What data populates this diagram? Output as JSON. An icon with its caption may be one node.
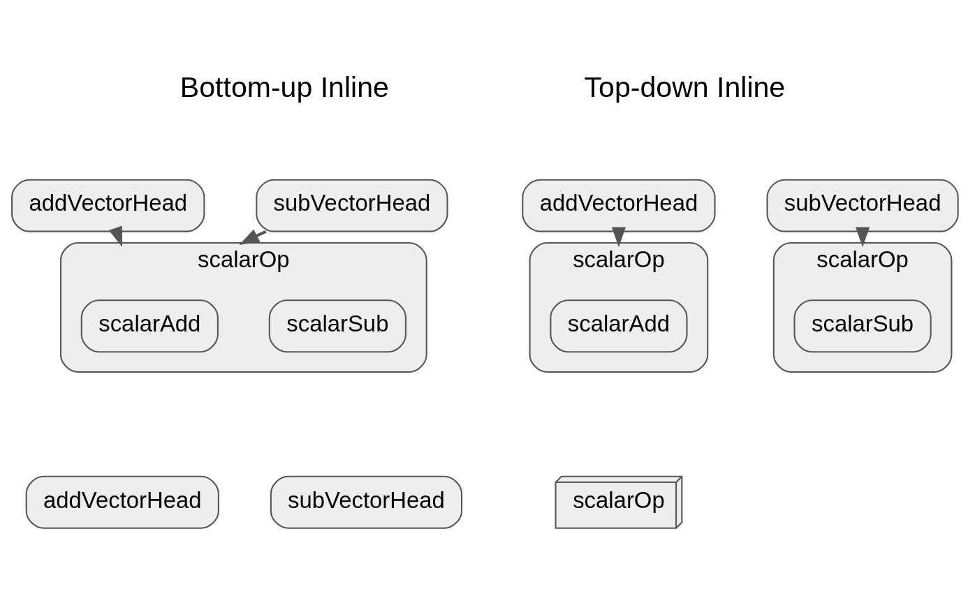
{
  "diagram": {
    "nodes": [
      {
        "text": [
          "addVectorHead"
        ]
      },
      {
        "text": [
          "subVectorHead"
        ]
      },
      {
        "text": [
          "scalarOp"
        ]
      },
      {
        "text": [
          "scalarAdd"
        ],
        "in": 2
      },
      {
        "text": [
          "scalarSub"
        ],
        "in": 2
      },
      {
        "text": [
          "addVectorHead"
        ]
      },
      {
        "text": [
          "subVectorHead"
        ]
      },
      {
        "text": [
          "scalarOp"
        ]
      },
      {
        "text": [
          "scalarAdd"
        ],
        "in": 7
      },
      {
        "text": [
          "scalarOp"
        ]
      },
      {
        "text": [
          "scalarSub"
        ],
        "in": 9
      },
      {
        "text": [
          "addVectorHead"
        ]
      },
      {
        "text": [
          "subVectorHead"
        ]
      },
      {
        "text": [
          "scalarOp"
        ]
      }
    ],
    "edges": [
      {
        "from": 0,
        "to": 2,
        "arrow": "to"
      },
      {
        "from": 1,
        "to": 2,
        "arrow": "to"
      },
      {
        "from": 5,
        "to": 7,
        "arrow": "to"
      },
      {
        "from": 6,
        "to": 9,
        "arrow": "to"
      }
    ],
    "labels": [
      "Bottom-up Inline",
      "Top-down Inline"
    ]
  }
}
